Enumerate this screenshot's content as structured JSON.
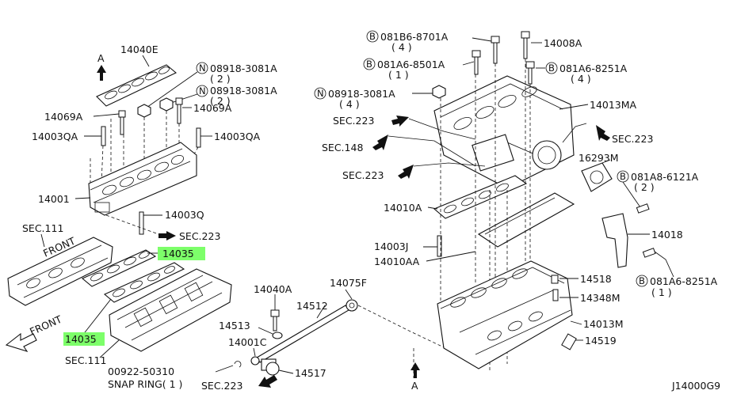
{
  "diagram_id": "J14000G9",
  "labels": {
    "p14040E": "14040E",
    "a_top": "A",
    "a_bottom": "A",
    "n1_code": "08918-3081A",
    "n1_qty": "( 2 )",
    "n2_code": "08918-3081A",
    "n2_qty": "( 2 )",
    "p14069A_l": "14069A",
    "p14069A_r": "14069A",
    "p14003QA_l": "14003QA",
    "p14003QA_r": "14003QA",
    "p14001": "14001",
    "p14003Q": "14003Q",
    "sec223_a": "SEC.223",
    "sec111_top": "SEC.111",
    "p14035_top": "14035",
    "p14035_bot": "14035",
    "front": "FRONT",
    "sec111_bot": "SEC.111",
    "b1_code": "081B6-8701A",
    "b1_qty": "( 4 )",
    "p14008A": "14008A",
    "b2_code": "081A6-8501A",
    "b2_qty": "( 1 )",
    "b3_code": "081A6-8251A",
    "b3_qty": "( 4 )",
    "n3_code": "08918-3081A",
    "n3_qty": "( 4 )",
    "p14013MA": "14013MA",
    "sec223_b": "SEC.223",
    "sec148": "SEC.148",
    "sec223_c": "SEC.223",
    "sec223_d": "SEC.223",
    "p16293M": "16293M",
    "b4_code": "081A8-6121A",
    "b4_qty": "( 2 )",
    "p14010A": "14010A",
    "p14018": "14018",
    "p14003J": "14003J",
    "p14010AA": "14010AA",
    "p14518": "14518",
    "b5_code": "081A6-8251A",
    "b5_qty": "( 1 )",
    "p14348M": "14348M",
    "p14040A": "14040A",
    "p14075F": "14075F",
    "p14512": "14512",
    "p14513": "14513",
    "p14013M": "14013M",
    "p14519": "14519",
    "p14001C": "14001C",
    "p00922": "00922-50310",
    "snap_ring": "SNAP RING( 1 )",
    "p14517": "14517",
    "sec223_e": "SEC.223",
    "circle_n": "N",
    "circle_b": "B"
  },
  "highlight_color": "#7dff6a"
}
